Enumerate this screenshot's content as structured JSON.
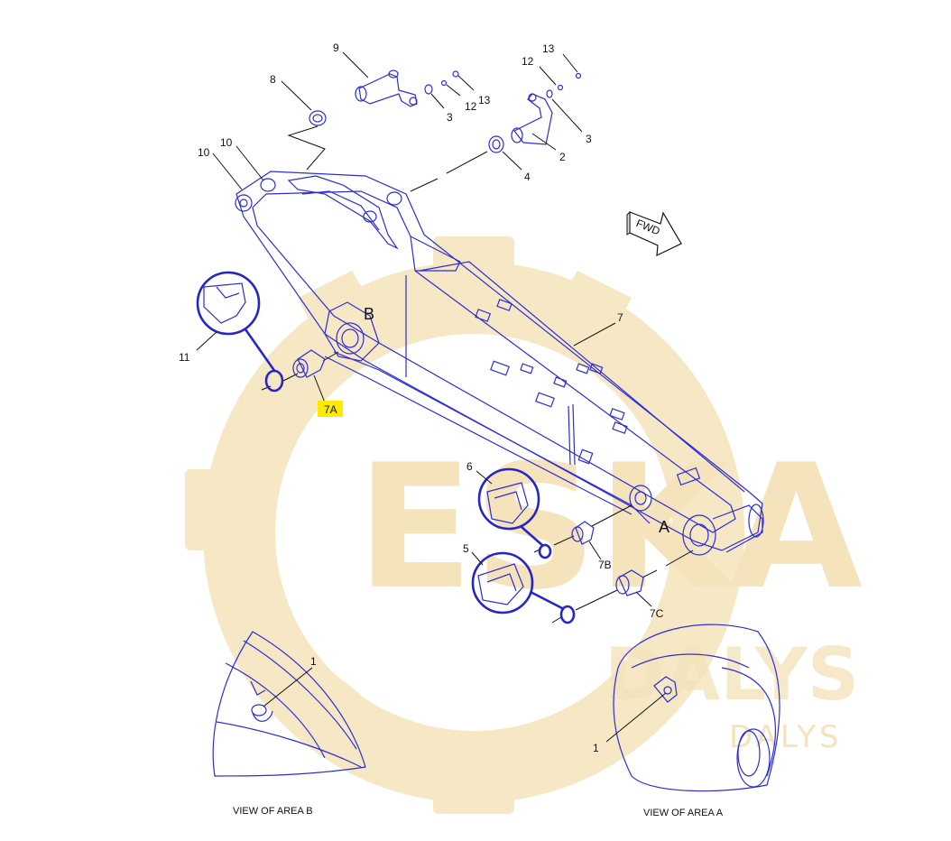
{
  "callouts": {
    "c1a": "1",
    "c1b": "1",
    "c2": "2",
    "c3a": "3",
    "c3b": "3",
    "c4": "4",
    "c5": "5",
    "c6": "6",
    "c7": "7",
    "c7a": "7A",
    "c7b": "7B",
    "c7c": "7C",
    "c8": "8",
    "c9": "9",
    "c10a": "10",
    "c10b": "10",
    "c11": "11",
    "c12a": "12",
    "c12b": "12",
    "c13a": "13",
    "c13b": "13"
  },
  "letters": {
    "a": "A",
    "b": "B"
  },
  "direction_label": "FWD",
  "captions": {
    "view_b": "VIEW OF AREA B",
    "view_a": "VIEW OF AREA A"
  },
  "watermark": {
    "main": "ESKA",
    "sub": "DALYS",
    "sub2": "DALYS"
  },
  "colors": {
    "line": "#2c2cd8",
    "watermark": "#f3dfb0",
    "highlight": "#ffea00"
  }
}
